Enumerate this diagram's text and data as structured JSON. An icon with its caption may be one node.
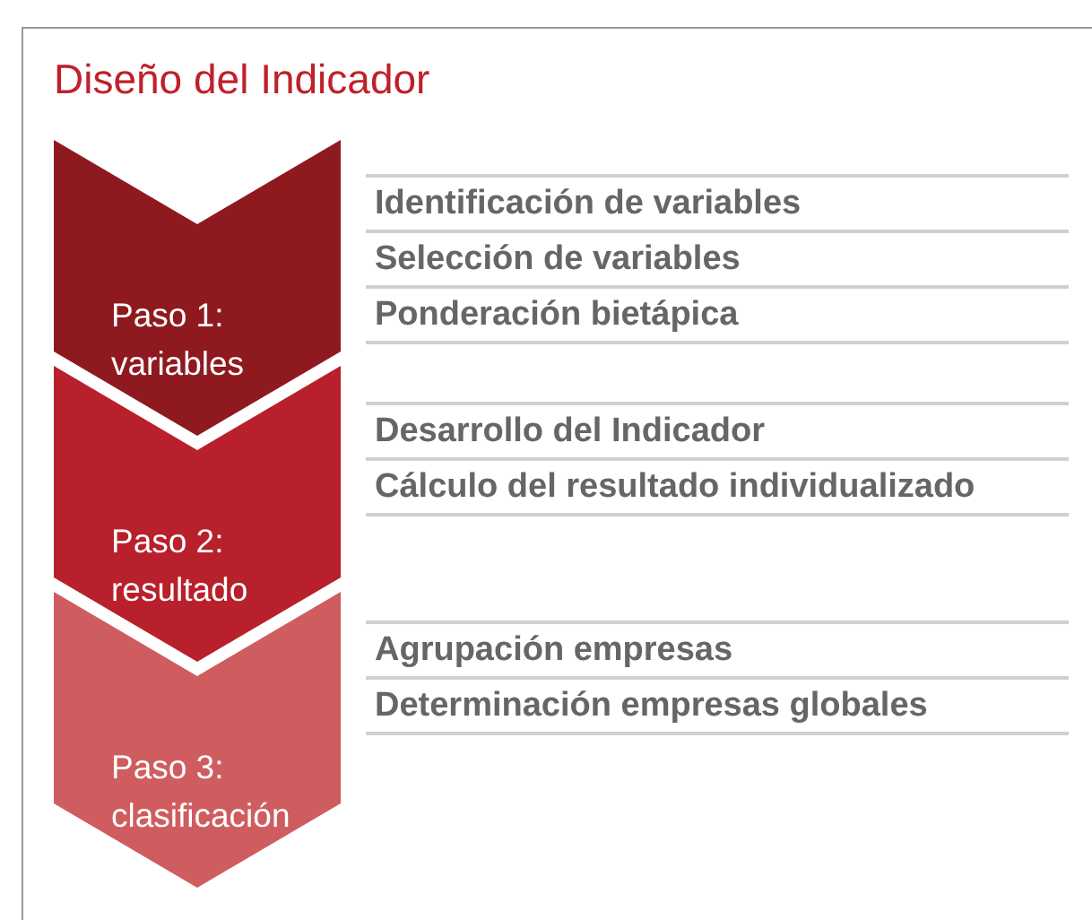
{
  "diagram": {
    "title": "Diseño del Indicador",
    "nodes": [
      {
        "text": [
          "Paso 1: variables"
        ],
        "beside": [
          "Identificación de variables",
          "Selección de variables",
          "Ponderación bietápica"
        ]
      },
      {
        "text": [
          "Paso 2: resultado"
        ],
        "beside": [
          "Desarrollo del Indicador",
          "Cálculo del resultado individualizado"
        ]
      },
      {
        "text": [
          "Paso 3: clasificación"
        ],
        "beside": [
          "Agrupación empresas",
          "Determinación empresas globales"
        ]
      }
    ]
  }
}
